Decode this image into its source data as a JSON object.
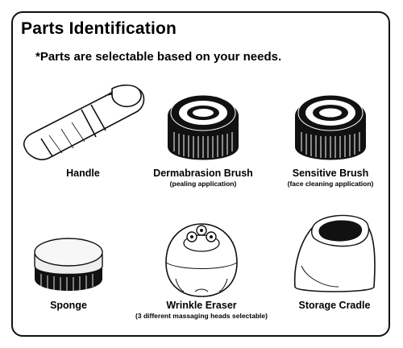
{
  "header": {
    "title": "Parts Identification",
    "subtitle": "*Parts are selectable based on your needs."
  },
  "parts": [
    {
      "label": "Handle",
      "note": ""
    },
    {
      "label": "Dermabrasion Brush",
      "note": "(pealing application)"
    },
    {
      "label": "Sensitive Brush",
      "note": "(face cleaning application)"
    },
    {
      "label": "Sponge",
      "note": ""
    },
    {
      "label": "Wrinkle Eraser",
      "note": "(3 different massaging heads selectable)"
    },
    {
      "label": "Storage  Cradle",
      "note": ""
    }
  ],
  "colors": {
    "ink": "#111111",
    "background": "#ffffff"
  }
}
